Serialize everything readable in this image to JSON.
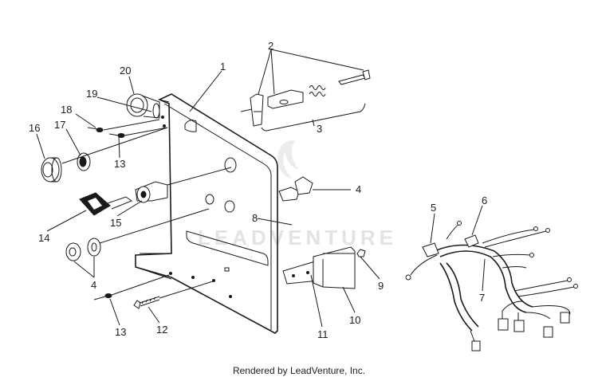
{
  "labels": [
    {
      "id": "1",
      "text": "1"
    },
    {
      "id": "2",
      "text": "2"
    },
    {
      "id": "3",
      "text": "3"
    },
    {
      "id": "4a",
      "text": "4"
    },
    {
      "id": "4b",
      "text": "4"
    },
    {
      "id": "5",
      "text": "5"
    },
    {
      "id": "6",
      "text": "6"
    },
    {
      "id": "7",
      "text": "7"
    },
    {
      "id": "8",
      "text": "8"
    },
    {
      "id": "9",
      "text": "9"
    },
    {
      "id": "10",
      "text": "10"
    },
    {
      "id": "11",
      "text": "11"
    },
    {
      "id": "12",
      "text": "12"
    },
    {
      "id": "13a",
      "text": "13"
    },
    {
      "id": "13b",
      "text": "13"
    },
    {
      "id": "14",
      "text": "14"
    },
    {
      "id": "15",
      "text": "15"
    },
    {
      "id": "16",
      "text": "16"
    },
    {
      "id": "17",
      "text": "17"
    },
    {
      "id": "18",
      "text": "18"
    },
    {
      "id": "19",
      "text": "19"
    },
    {
      "id": "20",
      "text": "20"
    }
  ],
  "watermark": "LEADVENTURE",
  "footer": "Rendered by LeadVenture, Inc."
}
